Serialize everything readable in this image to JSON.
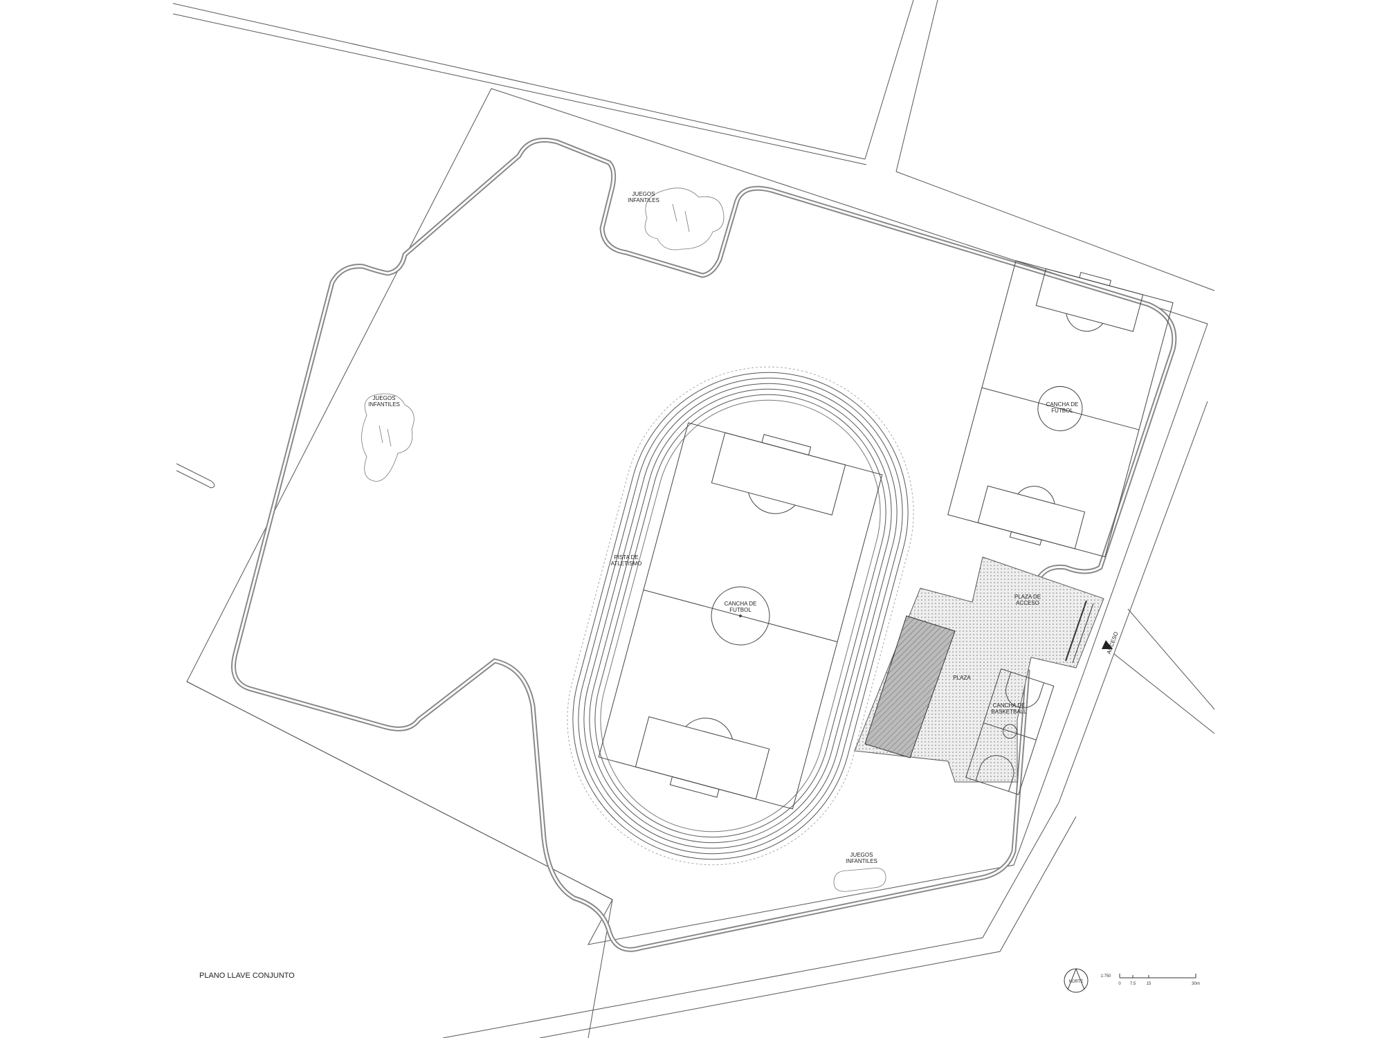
{
  "drawing": {
    "title": "PLANO LLAVE CONJUNTO",
    "labels": {
      "juegos_top_1": "JUEGOS",
      "juegos_top_2": "INFANTILES",
      "juegos_left_1": "JUEGOS",
      "juegos_left_2": "INFANTILES",
      "juegos_bottom_1": "JUEGOS",
      "juegos_bottom_2": "INFANTILES",
      "pista_1": "PISTA DE",
      "pista_2": "ATLETISMO",
      "cancha_center_1": "CANCHA DE",
      "cancha_center_2": "FUTBOL",
      "cancha_right_1": "CANCHA DE",
      "cancha_right_2": "FUTBOL",
      "plaza_acceso_1": "PLAZA DE",
      "plaza_acceso_2": "ACCESO",
      "plaza": "PLAZA",
      "basket_1": "CANCHA DE",
      "basket_2": "BASKETBALL",
      "acceso": "ACCESO"
    },
    "north": "NORTE",
    "scale": {
      "ratio": "1:750",
      "ticks": [
        "0",
        "7.5",
        "15",
        "30m"
      ]
    }
  }
}
